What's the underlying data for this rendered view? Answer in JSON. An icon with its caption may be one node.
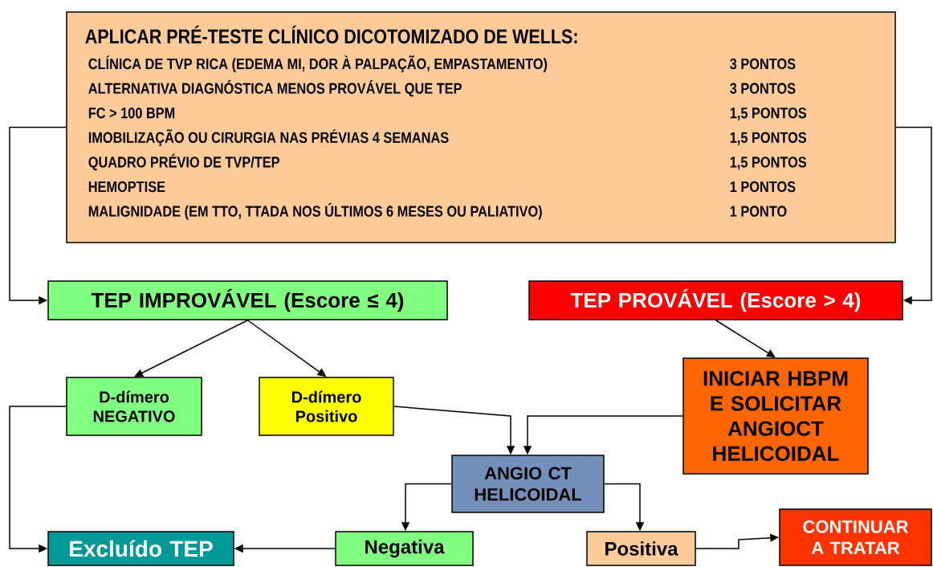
{
  "diagram": {
    "nodes": [
      {
        "text": [
          "APLICAR PRÉ-TESTE CLÍNICO DICOTOMIZADO DE WELLS:",
          "CLÍNICA DE TVP RICA (EDEMA MI, DOR À PALPAÇÃO, EMPASTAMENTO)",
          "3 PONTOS",
          "ALTERNATIVA DIAGNÓSTICA MENOS PROVÁVEL QUE TEP",
          "3 PONTOS",
          "FC > 100 BPM",
          "1,5 PONTOS",
          "IMOBILIZAÇÃO OU CIRURGIA NAS PRÉVIAS 4 SEMANAS",
          "1,5 PONTOS",
          "QUADRO PRÉVIO DE TVP/TEP",
          "1,5 PONTOS",
          "HEMOPTISE",
          "1 PONTOS",
          "MALIGNIDADE (EM TTO, TTADA NOS ÚLTIMOS 6 MESES OU PALIATIVO)",
          "1 PONTO"
        ]
      },
      {
        "text": [
          "TEP IMPROVÁVEL (Escore ≤ 4)"
        ]
      },
      {
        "text": [
          "TEP PROVÁVEL (Escore > 4)"
        ]
      },
      {
        "text": [
          "D-dímero NEGATIVO"
        ]
      },
      {
        "text": [
          "D-dímero Positivo"
        ]
      },
      {
        "text": [
          "INICIAR HBPM E SOLICITAR ANGIOCT HELICOIDAL"
        ]
      },
      {
        "text": [
          "ANGIO CT HELICOIDAL"
        ]
      },
      {
        "text": [
          "Excluído TEP"
        ]
      },
      {
        "text": [
          "Negativa"
        ]
      },
      {
        "text": [
          "Positiva"
        ]
      },
      {
        "text": [
          "CONTINUAR A TRATAR"
        ]
      }
    ],
    "edges": [
      {
        "from": 0,
        "to": 1,
        "arrow": "to"
      },
      {
        "from": 0,
        "to": 2,
        "arrow": "to"
      },
      {
        "from": 1,
        "to": 3,
        "arrow": "to"
      },
      {
        "from": 1,
        "to": 4,
        "arrow": "to"
      },
      {
        "from": 2,
        "to": 5,
        "arrow": "to"
      },
      {
        "from": 3,
        "to": 7,
        "arrow": "to"
      },
      {
        "from": 4,
        "to": 6,
        "arrow": "to"
      },
      {
        "from": 5,
        "to": 6,
        "arrow": "to"
      },
      {
        "from": 6,
        "to": 8,
        "arrow": "to"
      },
      {
        "from": 6,
        "to": 9,
        "arrow": "to"
      },
      {
        "from": 8,
        "to": 7,
        "arrow": "to"
      },
      {
        "from": 9,
        "to": 10,
        "arrow": "to"
      }
    ]
  }
}
